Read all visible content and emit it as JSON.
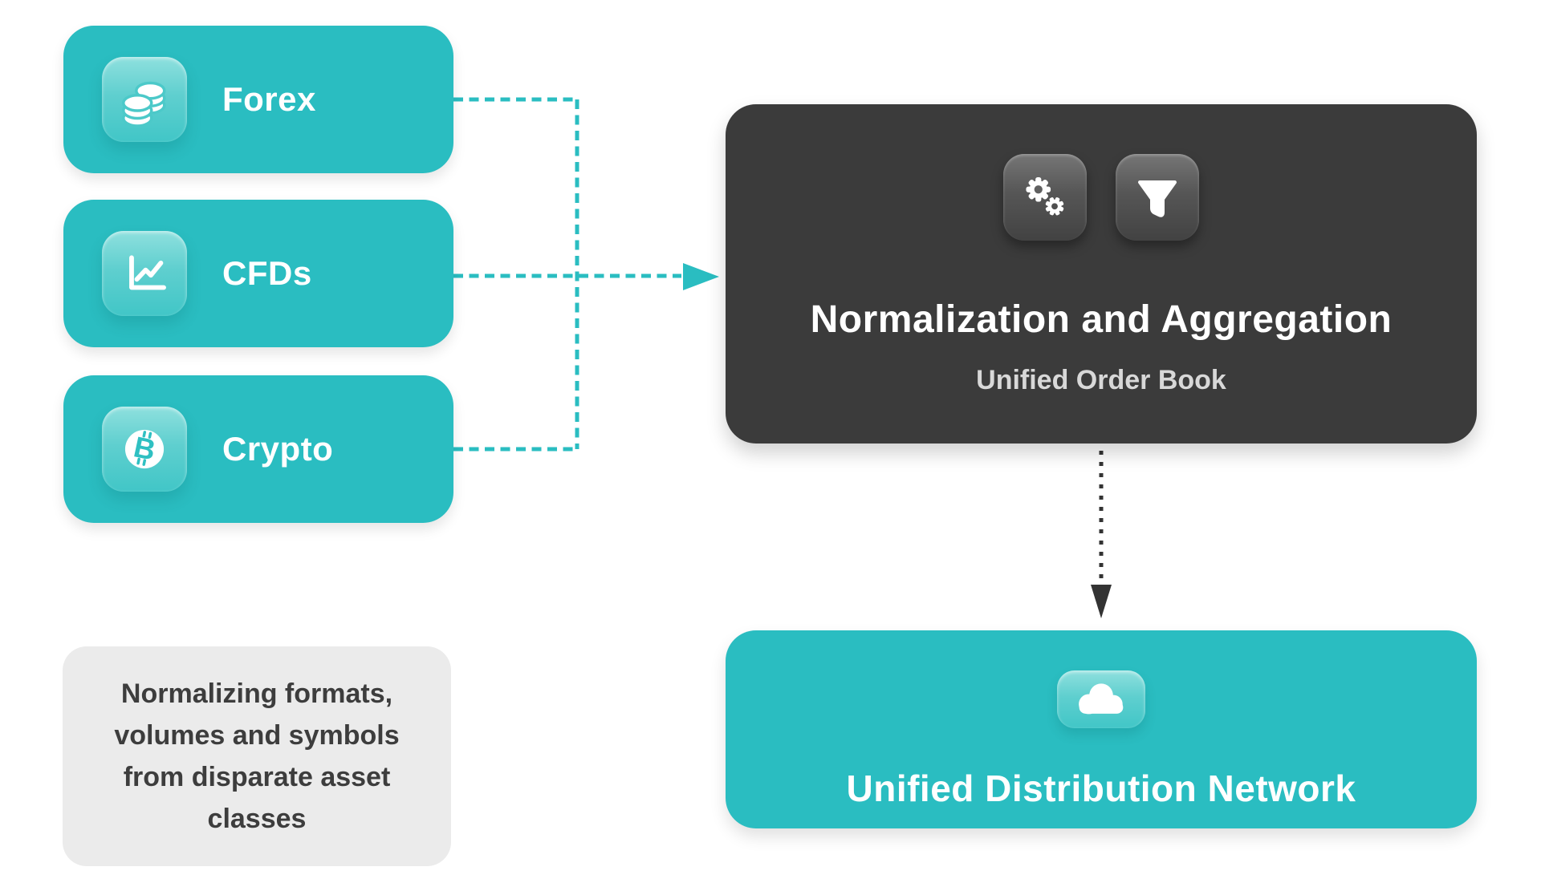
{
  "palette": {
    "teal": "#2ABDC1",
    "dark_box": "#3B3B3B",
    "note_background": "#EBEBEB",
    "note_text": "#3D3D3D",
    "label_text": "#FFFFFF",
    "subtitle_text": "#D8D8D8"
  },
  "sources": [
    {
      "label": "Forex",
      "icon": "coins-icon"
    },
    {
      "label": "CFDs",
      "icon": "chart-line-icon"
    },
    {
      "label": "Crypto",
      "icon": "bitcoin-icon"
    }
  ],
  "processor": {
    "title": "Normalization and Aggregation",
    "subtitle": "Unified Order Book",
    "icons": [
      "gears-icon",
      "funnel-icon"
    ]
  },
  "output": {
    "label": "Unified Distribution Network",
    "icon": "cloud-icon"
  },
  "note": {
    "lines": [
      "Normalizing formats,",
      "volumes and symbols",
      "from disparate asset",
      "classes"
    ]
  }
}
